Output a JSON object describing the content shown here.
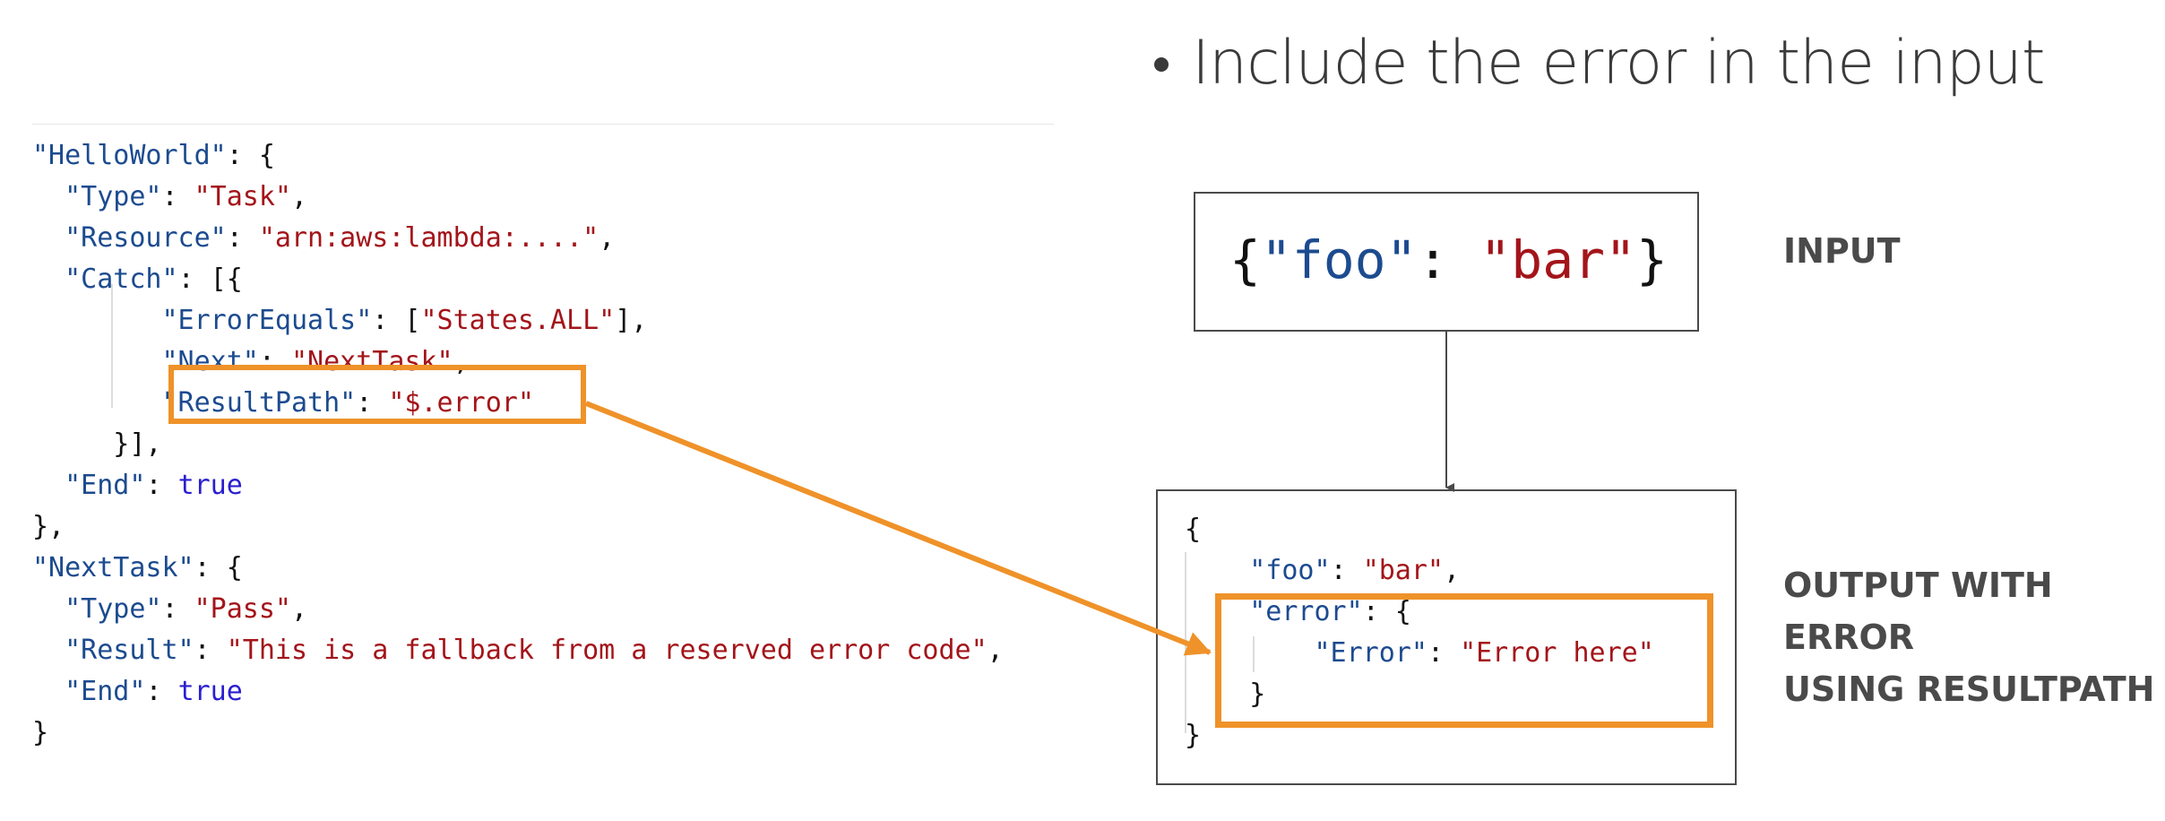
{
  "bullet": {
    "text": "Include the error in the input"
  },
  "code": {
    "lines": [
      [
        {
          "t": "\"HelloWorld\"",
          "c": "k"
        },
        {
          "t": ": {",
          "c": "p"
        }
      ],
      [
        {
          "t": "  \"Type\"",
          "c": "k"
        },
        {
          "t": ": ",
          "c": "p"
        },
        {
          "t": "\"Task\"",
          "c": "s"
        },
        {
          "t": ",",
          "c": "p"
        }
      ],
      [
        {
          "t": "  \"Resource\"",
          "c": "k"
        },
        {
          "t": ": ",
          "c": "p"
        },
        {
          "t": "\"arn:aws:lambda:....\"",
          "c": "s"
        },
        {
          "t": ",",
          "c": "p"
        }
      ],
      [
        {
          "t": "  \"Catch\"",
          "c": "k"
        },
        {
          "t": ": [{",
          "c": "p"
        }
      ],
      [
        {
          "t": "        \"ErrorEquals\"",
          "c": "k"
        },
        {
          "t": ": [",
          "c": "p"
        },
        {
          "t": "\"States.ALL\"",
          "c": "s"
        },
        {
          "t": "],",
          "c": "p"
        }
      ],
      [
        {
          "t": "        \"Next\"",
          "c": "k"
        },
        {
          "t": ": ",
          "c": "p"
        },
        {
          "t": "\"NextTask\"",
          "c": "s"
        },
        {
          "t": ",",
          "c": "p"
        }
      ],
      [
        {
          "t": "        \"ResultPath\"",
          "c": "k"
        },
        {
          "t": ": ",
          "c": "p"
        },
        {
          "t": "\"$.error\"",
          "c": "s"
        }
      ],
      [
        {
          "t": "     }],",
          "c": "p"
        }
      ],
      [
        {
          "t": "  \"End\"",
          "c": "k"
        },
        {
          "t": ": ",
          "c": "p"
        },
        {
          "t": "true",
          "c": "b"
        }
      ],
      [
        {
          "t": "},",
          "c": "p"
        }
      ],
      [
        {
          "t": "\"NextTask\"",
          "c": "k"
        },
        {
          "t": ": {",
          "c": "p"
        }
      ],
      [
        {
          "t": "  \"Type\"",
          "c": "k"
        },
        {
          "t": ": ",
          "c": "p"
        },
        {
          "t": "\"Pass\"",
          "c": "s"
        },
        {
          "t": ",",
          "c": "p"
        }
      ],
      [
        {
          "t": "  \"Result\"",
          "c": "k"
        },
        {
          "t": ": ",
          "c": "p"
        },
        {
          "t": "\"This is a fallback from a reserved error code\"",
          "c": "s"
        },
        {
          "t": ",",
          "c": "p"
        }
      ],
      [
        {
          "t": "  \"End\"",
          "c": "k"
        },
        {
          "t": ": ",
          "c": "p"
        },
        {
          "t": "true",
          "c": "b"
        }
      ],
      [
        {
          "t": "}",
          "c": "p"
        }
      ]
    ]
  },
  "input": {
    "json": [
      {
        "t": "{",
        "c": "p"
      },
      {
        "t": "\"foo\"",
        "c": "k"
      },
      {
        "t": ": ",
        "c": "p"
      },
      {
        "t": "\"bar\"",
        "c": "s"
      },
      {
        "t": "}",
        "c": "p"
      }
    ],
    "label": "INPUT"
  },
  "output": {
    "lines": [
      [
        {
          "t": "{",
          "c": "p"
        }
      ],
      [
        {
          "t": "    \"foo\"",
          "c": "k"
        },
        {
          "t": ": ",
          "c": "p"
        },
        {
          "t": "\"bar\"",
          "c": "s"
        },
        {
          "t": ",",
          "c": "p"
        }
      ],
      [
        {
          "t": "    \"error\"",
          "c": "k"
        },
        {
          "t": ": {",
          "c": "p"
        }
      ],
      [
        {
          "t": "        \"Error\"",
          "c": "k"
        },
        {
          "t": ": ",
          "c": "p"
        },
        {
          "t": "\"Error here\"",
          "c": "s"
        }
      ],
      [
        {
          "t": "    }",
          "c": "p"
        }
      ],
      [
        {
          "t": "}",
          "c": "p"
        }
      ]
    ],
    "label_lines": [
      "OUTPUT WITH",
      "ERROR",
      "USING RESULTPATH"
    ]
  },
  "colors": {
    "key": "#1c4b8f",
    "string": "#a3151a",
    "boolean": "#2a1fd0",
    "highlight": "#ef9229",
    "label": "#4a4a4a"
  }
}
